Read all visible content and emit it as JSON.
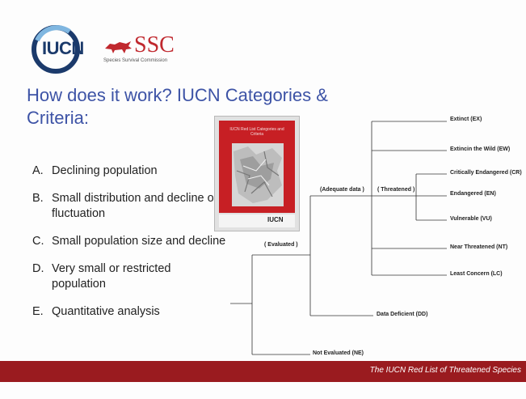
{
  "logos": {
    "iucn": "IUCN",
    "ssc": "SSC",
    "ssc_subtitle": "Species Survival Commission"
  },
  "title": "How does it work? IUCN Categories & Criteria:",
  "criteria": [
    {
      "letter": "A.",
      "text": "Declining population"
    },
    {
      "letter": "B.",
      "text": "Small distribution and decline or fluctuation"
    },
    {
      "letter": "C.",
      "text": "Small population size and decline"
    },
    {
      "letter": "D.",
      "text": "Very small or restricted population"
    },
    {
      "letter": "E.",
      "text": "Quantitative analysis"
    }
  ],
  "book": {
    "cover_title": "IUCN Red List Categories and Criteria",
    "brand": "IUCN"
  },
  "tree": {
    "evaluated": "( Evaluated )",
    "adequate_data": "(Adequate data )",
    "threatened": "( Threatened )",
    "categories": {
      "ex": "Extinct (EX)",
      "ew": "Extincin the Wild (EW)",
      "cr": "Critically Endangered (CR)",
      "en": "Endangered (EN)",
      "vu": "Vulnerable (VU)",
      "nt": "Near Threatened (NT)",
      "lc": "Least Concern (LC)",
      "dd": "Data Deficient (DD)",
      "ne": "Not Evaluated (NE)"
    }
  },
  "footer": "The IUCN Red List of Threatened Species",
  "colors": {
    "title": "#3d53a6",
    "footer_bar": "#9a1b1f",
    "ssc_red": "#c0282e",
    "iucn_navy": "#1b3a6b"
  }
}
